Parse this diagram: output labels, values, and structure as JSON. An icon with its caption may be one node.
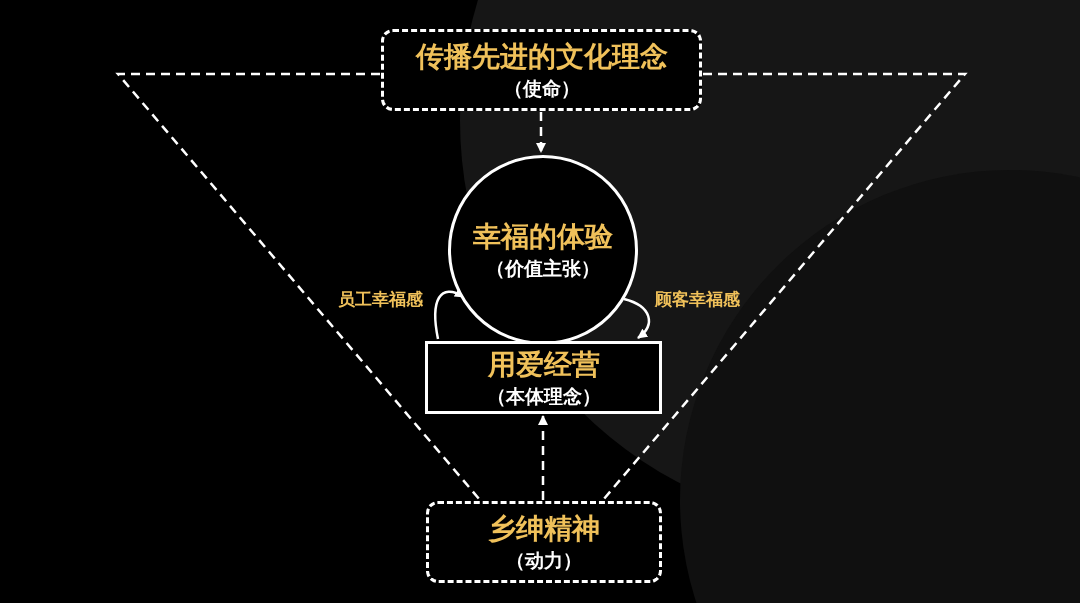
{
  "diagram": {
    "nodes": [
      {
        "text": [
          "传播先进的文化理念",
          "（使命）"
        ]
      },
      {
        "text": [
          "幸福的体验",
          "（价值主张）"
        ]
      },
      {
        "text": [
          "用爱经营",
          "（本体理念）"
        ]
      },
      {
        "text": [
          "乡绅精神",
          "（动力）"
        ]
      }
    ],
    "edges": [
      {
        "from": 0,
        "to": 1,
        "arrow": "to",
        "style": "dashed"
      },
      {
        "from": 3,
        "to": 2,
        "arrow": "to",
        "style": "dashed"
      },
      {
        "from": 2,
        "to": 1,
        "arrow": "to",
        "label": "员工幸福感"
      },
      {
        "from": 1,
        "to": 2,
        "arrow": "to",
        "label": "顾客幸福感"
      },
      {
        "from": 0,
        "to": 3,
        "arrow": "none",
        "style": "dashed"
      },
      {
        "from": 0,
        "to": 3,
        "arrow": "none",
        "style": "dashed"
      }
    ]
  }
}
